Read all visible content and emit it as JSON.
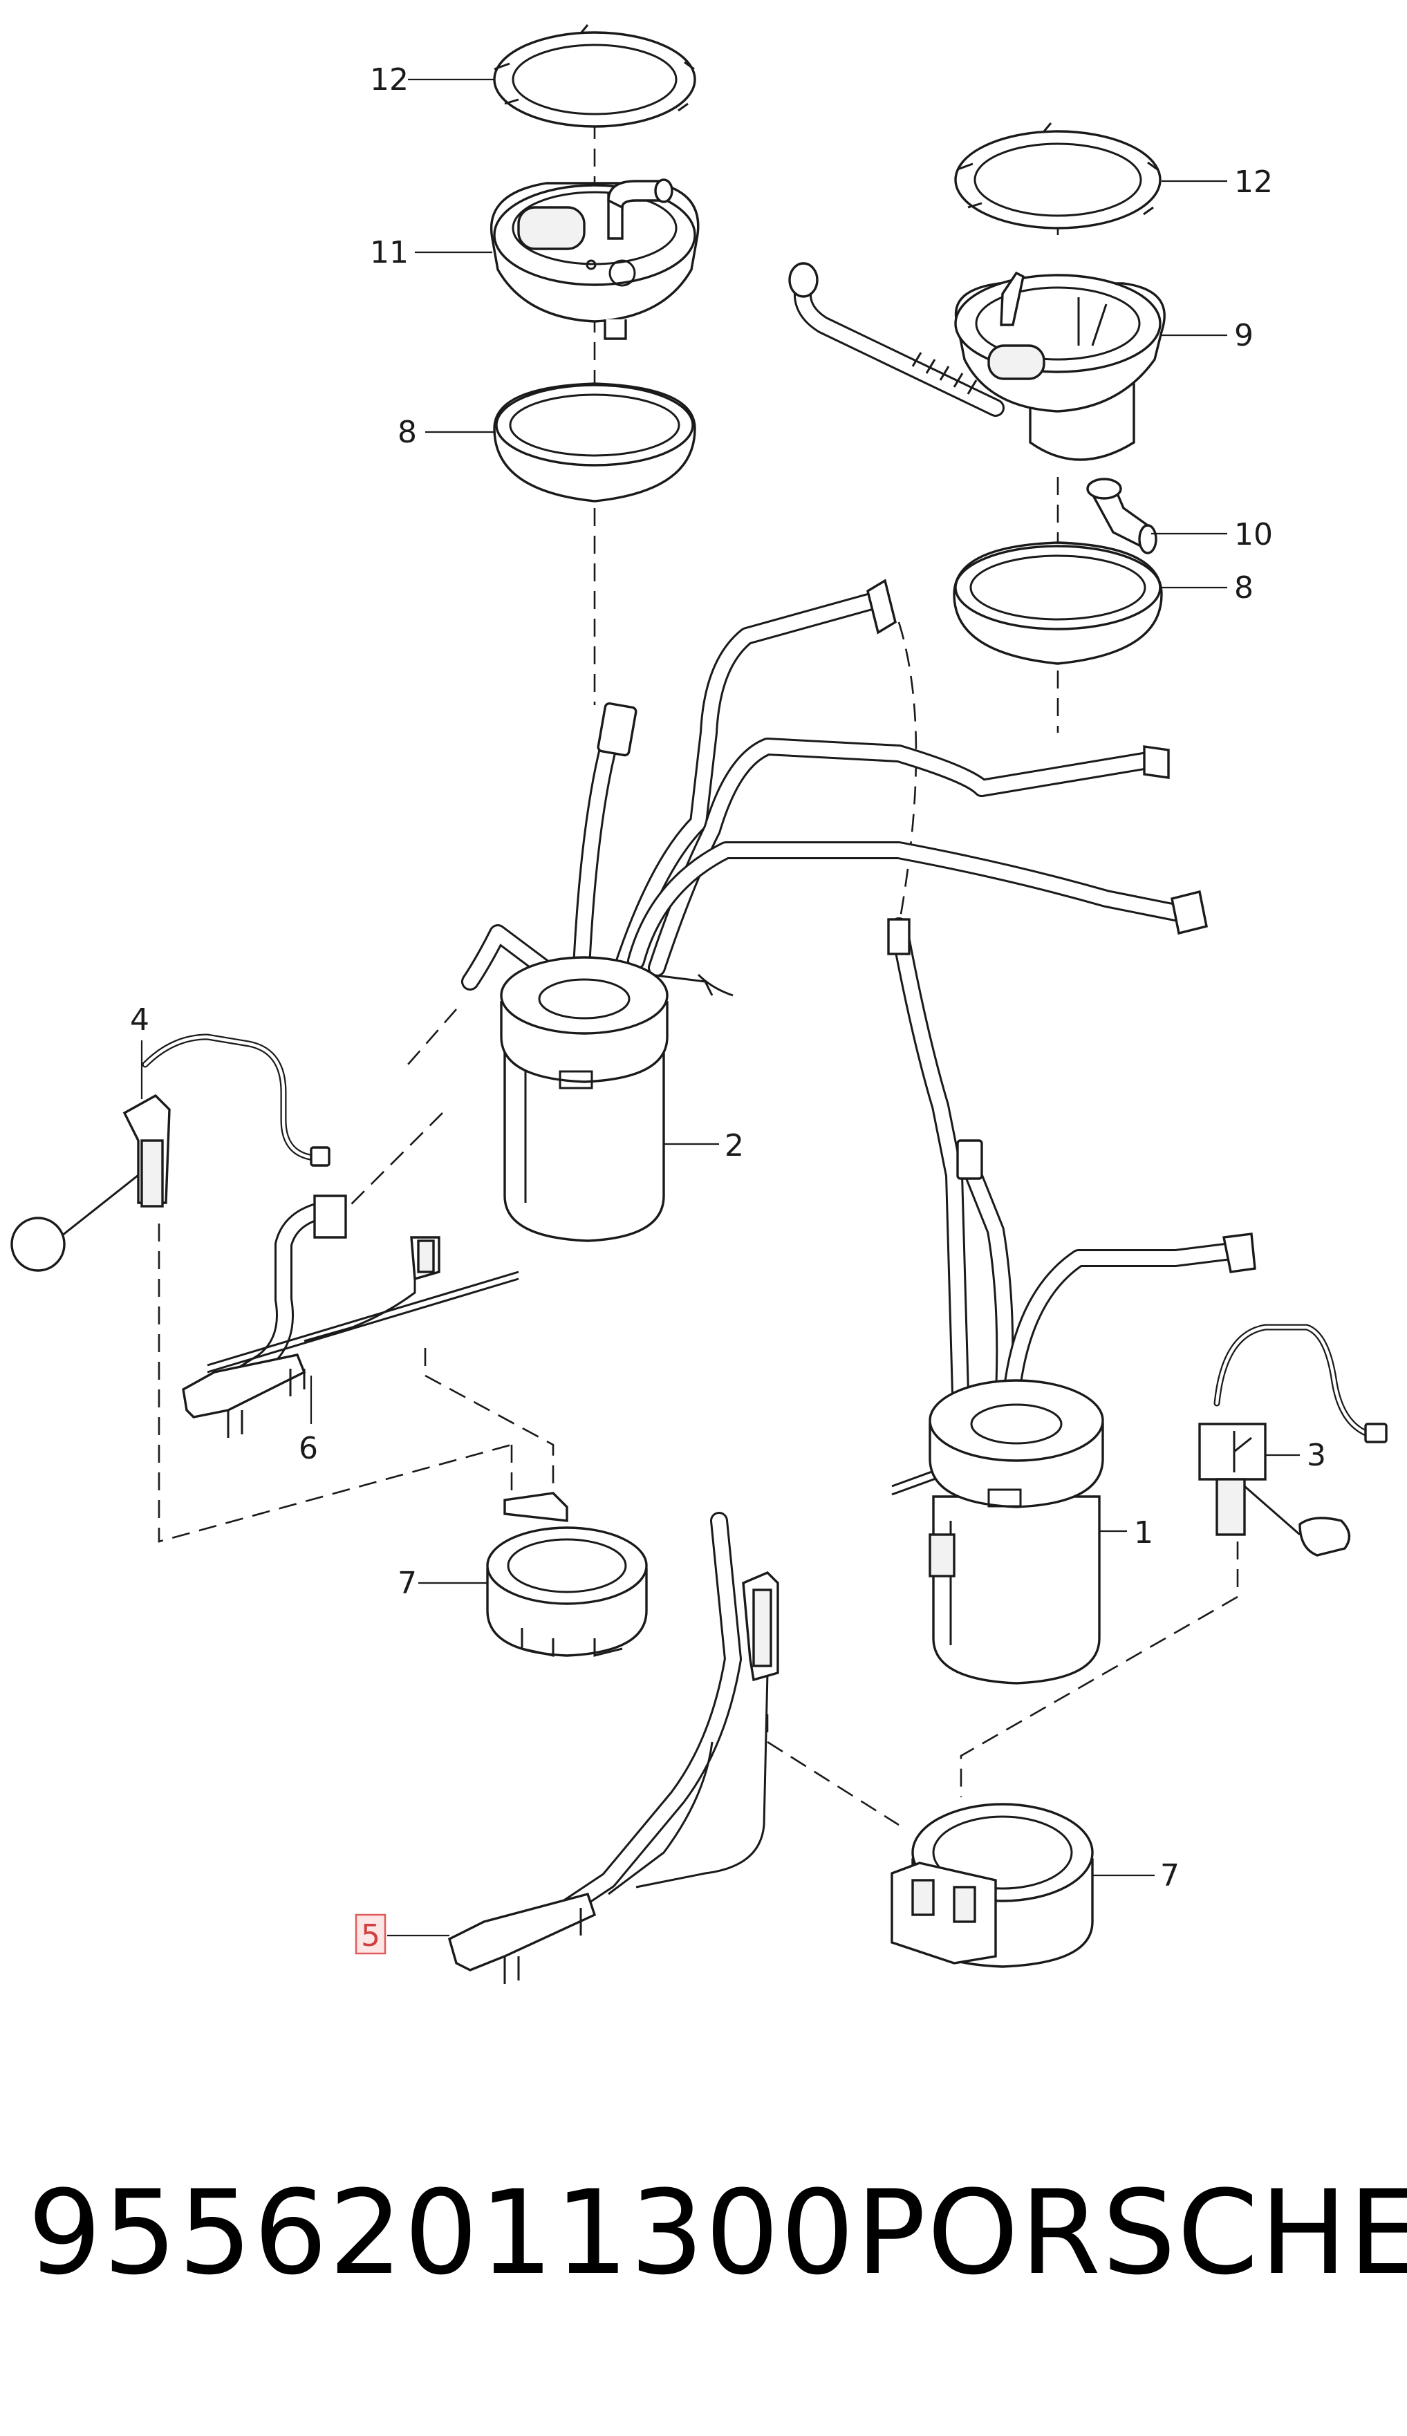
{
  "callouts": {
    "c12a": "12",
    "c11": "11",
    "c8a": "8",
    "c12b": "12",
    "c9": "9",
    "c10": "10",
    "c8b": "8",
    "c4": "4",
    "c2": "2",
    "c6": "6",
    "c7a": "7",
    "c3": "3",
    "c1": "1",
    "c5": "5",
    "c7b": "7"
  },
  "footer": {
    "part_number": "95562011300",
    "brand": "PORSCHE"
  },
  "highlight_color": "#e05a5a"
}
